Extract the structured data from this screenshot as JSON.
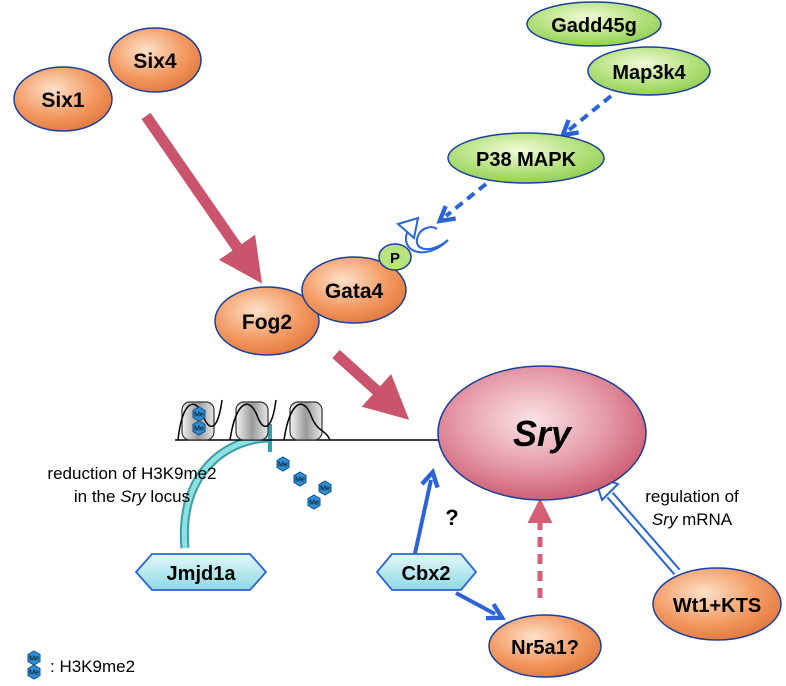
{
  "nodes": {
    "six1": "Six1",
    "six4": "Six4",
    "gadd45g": "Gadd45g",
    "map3k4": "Map3k4",
    "p38": "P38 MAPK",
    "phospho": "P",
    "gata4": "Gata4",
    "fog2": "Fog2",
    "sry": "Sry",
    "jmjd1a": "Jmjd1a",
    "cbx2": "Cbx2",
    "nr5a1": "Nr5a1?",
    "wt1": "Wt1+KTS",
    "question": "?"
  },
  "annotations": {
    "reduction_line1": "reduction of H3K9me2",
    "reduction_line2_prefix": "in the ",
    "reduction_line2_italic": "Sry",
    "reduction_line2_suffix": " locus",
    "regulation_line1": "regulation of",
    "regulation_line2_italic": "Sry",
    "regulation_line2_suffix": " mRNA"
  },
  "legend": {
    "me_label": "Me",
    "text": ": H3K9me2"
  },
  "colors": {
    "orange_node": "#f0935c",
    "green_node": "#a6d96a",
    "cyan_node": "#8fd9e3",
    "sry_node": "#d86f86",
    "red_arrow": "#c9546b",
    "blue_arrow": "#2a64d8",
    "teal_inhibitor": "#57c2c4",
    "me_hex": "#2f8fd6"
  }
}
